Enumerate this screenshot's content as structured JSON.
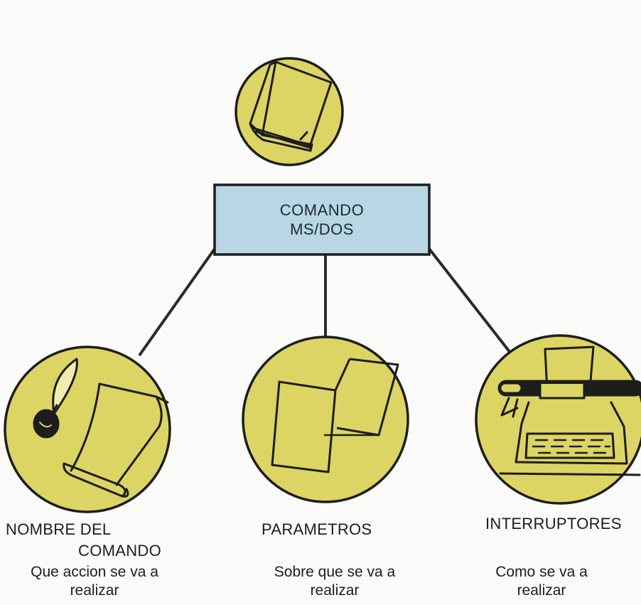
{
  "box": {
    "line1": "COMANDO",
    "line2": "MS/DOS"
  },
  "branches": [
    {
      "title1": "NOMBRE DEL",
      "title2": "COMANDO",
      "desc1": "Que accion se va a",
      "desc2": "realizar",
      "icon": "quill-inkwell-scroll-icon"
    },
    {
      "title1": "PARAMETROS",
      "desc1": "Sobre que se va a",
      "desc2": "realizar",
      "icon": "papers-icon"
    },
    {
      "title1": "INTERRUPTORES",
      "desc1": "Como se va a",
      "desc2": "realizar",
      "icon": "typewriter-icon"
    }
  ],
  "top_icon": "book-icon",
  "colors": {
    "circle_fill": "#dcd563",
    "box_fill": "#b8d6e4",
    "stroke": "#1d1d1d"
  }
}
